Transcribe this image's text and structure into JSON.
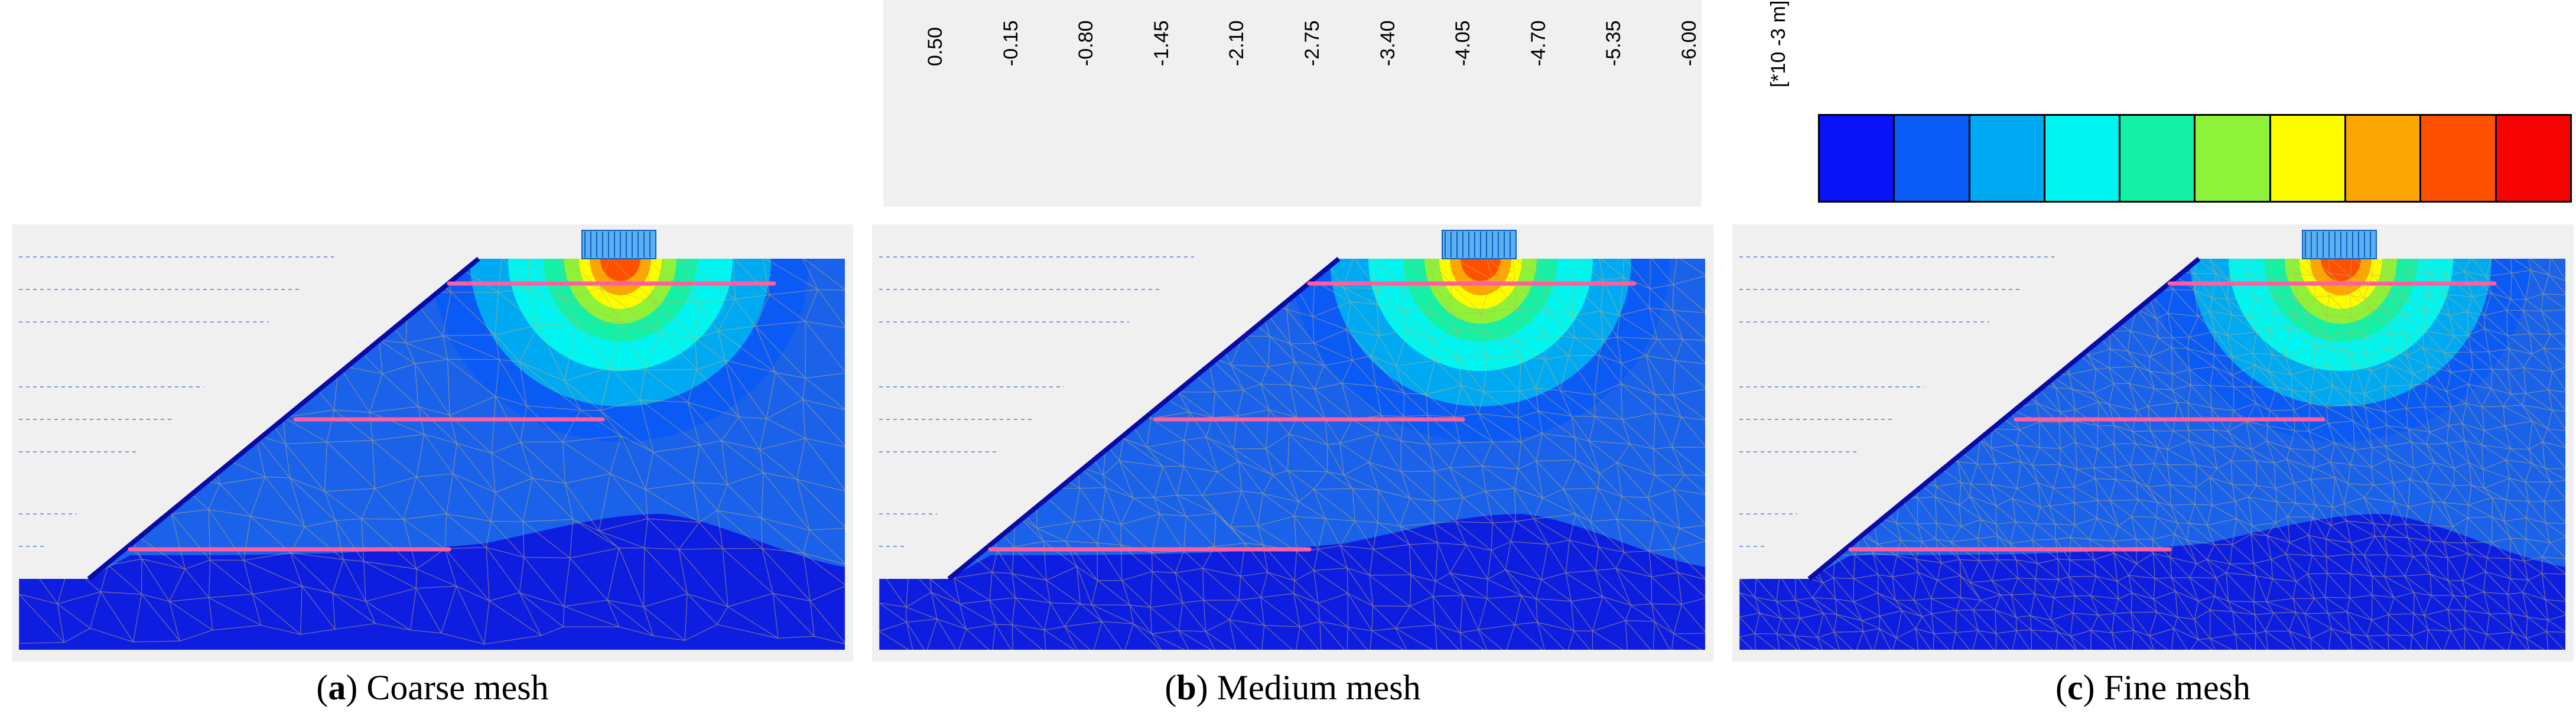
{
  "legend": {
    "unit_label": "[*10 -3 m]",
    "ticks": [
      "0.50",
      "-0.15",
      "-0.80",
      "-1.45",
      "-2.10",
      "-2.75",
      "-3.40",
      "-4.05",
      "-4.70",
      "-5.35",
      "-6.00"
    ],
    "colors": [
      "#0a12f8",
      "#0a5af6",
      "#00aaf3",
      "#00f5f0",
      "#14f0a6",
      "#8ef238",
      "#fdfd00",
      "#fba604",
      "#fd5100",
      "#f60404"
    ]
  },
  "panels": [
    {
      "letter": "a",
      "label": "Coarse mesh",
      "density": 7
    },
    {
      "letter": "b",
      "label": "Medium mesh",
      "density": 10
    },
    {
      "letter": "c",
      "label": "Fine mesh",
      "density": 14
    }
  ],
  "colors": {
    "background_panel": "#f0f0f0",
    "soil_base": "#0e1ee0",
    "soil_upper": "#1a62ea",
    "slope_line": "#0a0aa8",
    "anchor": "#ff5fa0",
    "mesh_line": "#c8b060"
  }
}
